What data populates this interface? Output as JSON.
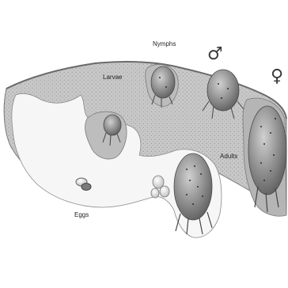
{
  "diagram": {
    "labels": {
      "nymphs": "Nymphs",
      "larvae": "Larvae",
      "adults": "Adults",
      "eggs": "Eggs"
    },
    "symbols": {
      "male": "♂",
      "female": "♀"
    }
  },
  "colors": {
    "background": "#ffffff",
    "skin_shade": "#c9c9c9",
    "burrow": "#f6f6f6",
    "mite": "#8f8f8f",
    "outline": "#5a5a5a"
  }
}
